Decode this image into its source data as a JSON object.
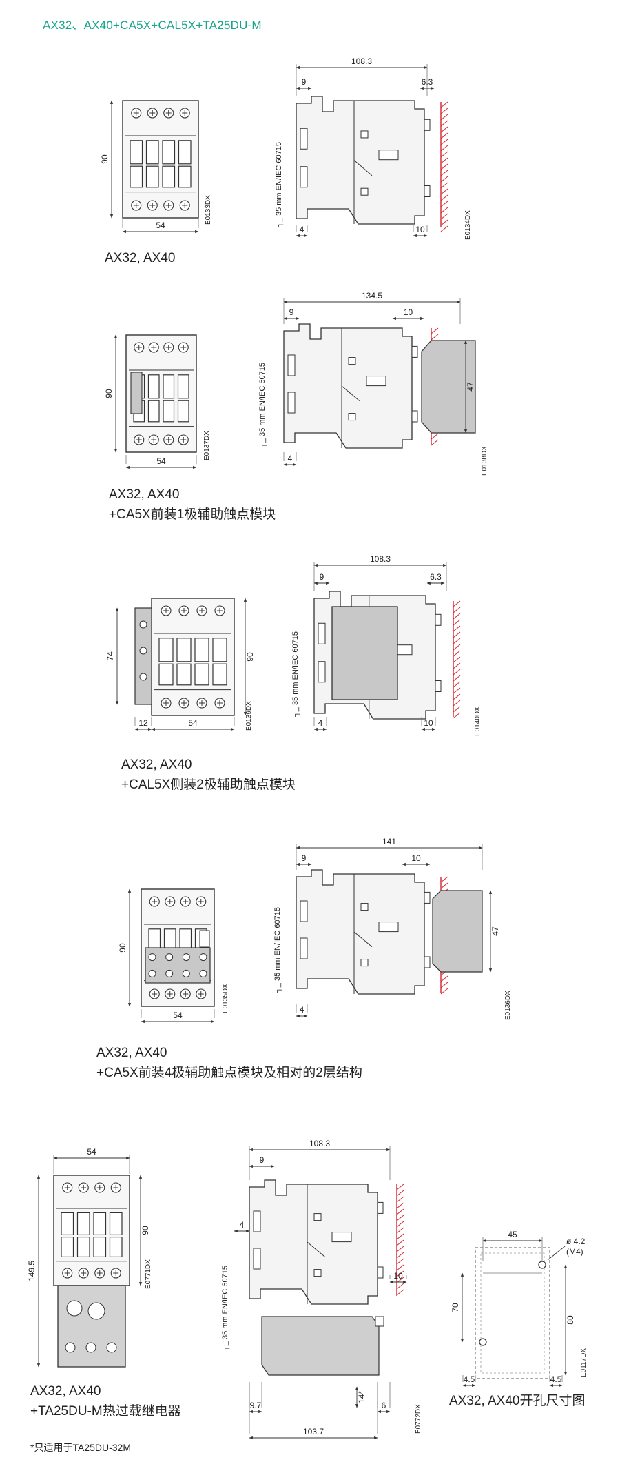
{
  "header": {
    "title": "AX32、AX40+CA5X+CAL5X+TA25DU-M"
  },
  "colors": {
    "accent": "#14a38b",
    "hatch": "#d9232e",
    "module_fill": "#c8c8c8",
    "body_fill": "#e6e6e6"
  },
  "rail_label": "35 mm EN/IEC 60715",
  "sections": [
    {
      "front_dims": {
        "height": "90",
        "width": "54"
      },
      "side_dims": {
        "depth": "108.3",
        "top_left": "9",
        "top_right": "6.3",
        "bottom_left": "4",
        "bottom_right": "10"
      },
      "codes": {
        "front": "E0133DX",
        "side": "E0134DX"
      },
      "caption": [
        "AX32, AX40"
      ]
    },
    {
      "front_dims": {
        "height": "90",
        "width": "54"
      },
      "side_dims": {
        "depth": "134.5",
        "top_left": "9",
        "top_right": "10",
        "bottom_left": "4",
        "module_height": "47"
      },
      "codes": {
        "front": "E0137DX",
        "side": "E0138DX"
      },
      "caption": [
        "AX32, AX40",
        "+CA5X前装1极辅助触点模块"
      ]
    },
    {
      "front_dims": {
        "height": "90",
        "side_height": "74",
        "side_width": "12",
        "width": "54"
      },
      "side_dims": {
        "depth": "108.3",
        "top_left": "9",
        "top_right": "6.3",
        "bottom_left": "4",
        "bottom_right": "10"
      },
      "codes": {
        "front": "E0139DX",
        "side": "E0140DX"
      },
      "caption": [
        "AX32, AX40",
        "+CAL5X侧装2极辅助触点模块"
      ]
    },
    {
      "front_dims": {
        "height": "90",
        "width": "54"
      },
      "side_dims": {
        "depth": "141",
        "top_left": "9",
        "top_right": "10",
        "bottom_left": "4",
        "module_height": "47"
      },
      "codes": {
        "front": "E0135DX",
        "side": "E0136DX"
      },
      "caption": [
        "AX32, AX40",
        "+CA5X前装4极辅助触点模块及相对的2层结构"
      ]
    },
    {
      "front_dims": {
        "width": "54",
        "total_height": "149.5",
        "height": "90"
      },
      "side_dims": {
        "depth": "108.3",
        "top_left": "9",
        "left_small": "4",
        "right": "10",
        "bottom_left": "9.7",
        "bottom_total": "103.7",
        "bottom_right": "6",
        "small": "14*"
      },
      "codes": {
        "front": "E0771DX",
        "side": "E0772DX",
        "cutout": "E0117DX"
      },
      "caption": [
        "AX32, AX40",
        "+TA25DU-M热过载继电器"
      ]
    }
  ],
  "cutout": {
    "width": "45",
    "hole": "ø 4.2",
    "thread": "(M4)",
    "height_left": "70",
    "height_right": "80",
    "margin_left": "4.5",
    "margin_right": "4.5",
    "caption": "AX32, AX40开孔尺寸图"
  },
  "footnote": "*只适用于TA25DU-32M"
}
